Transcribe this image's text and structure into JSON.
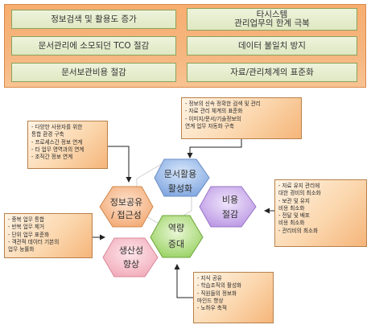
{
  "top_boxes": [
    {
      "lines": [
        "정보검색 및 활용도 증가"
      ]
    },
    {
      "lines": [
        "타시스템",
        "관리업무의 한계 극복"
      ]
    },
    {
      "lines": [
        "문서관리에 소모되던 TCO 절감"
      ]
    },
    {
      "lines": [
        "데이터 불일치 방지"
      ]
    },
    {
      "lines": [
        "문서보관비용 절감"
      ]
    },
    {
      "lines": [
        "자료/관리체계의 표준화"
      ]
    }
  ],
  "notes": {
    "top_center": [
      "- 정보의 신속 정확한 검색 및 관리",
      "- 자료 관리 체계의 표준화",
      "- 이미지/문서/기술정보의",
      "  연계 업무 자동화 구축"
    ],
    "upper_left": [
      "- 다양한 사용자를 위한",
      "  통합 환경 구축",
      "- 프로세스간 정보 연계",
      "- 타 업무 영역과의 연계",
      "- 조직간 정보 연계"
    ],
    "right": [
      "- 자료 유지 관리에",
      "  대한 경비의 최소화",
      "- 보관 및 유지",
      "  비용 최소화",
      "- 전달 및 배포",
      "  비용 최소화",
      "- 관리비의 최소화"
    ],
    "lower_left": [
      "- 중복 업무 통합",
      "- 반복 업무 제거",
      "- 단위 업무 표준화",
      "- 객관적 데이터 기본의",
      "  업무 능률화"
    ],
    "bottom_center": [
      "- 지식 공유",
      "- 학습조직의 활성화",
      "- 직원들의 정보화",
      "  마인드 향상",
      "- 노하우 축적"
    ]
  },
  "hexagons": {
    "top": [
      "문서활용",
      "활성화"
    ],
    "left": [
      "정보공유",
      "/ 접근성"
    ],
    "center": [
      "역량",
      "증대"
    ],
    "right": [
      "비용",
      "절감"
    ],
    "bottom": [
      "생산성",
      "향상"
    ]
  },
  "colors": {
    "panel_orange": "#f6b37a",
    "tile_green": "#e7eed0",
    "hex_blue": "#8fb4e6",
    "hex_purple": "#c7a6e8",
    "hex_green": "#a6d96a",
    "hex_orange": "#f4b27c",
    "hex_pink": "#f4b7c3",
    "hex_center": "#ffffff"
  }
}
